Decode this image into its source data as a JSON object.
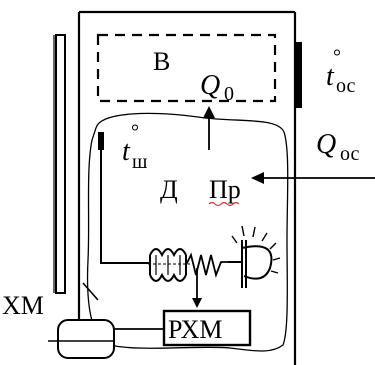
{
  "labels": {
    "evaporator": "В",
    "cold_output": "Q",
    "cold_output_sub": "0",
    "ambient_temp": "t",
    "ambient_temp_degree": "°",
    "ambient_temp_sub": "ос",
    "chamber_temp": "t",
    "chamber_temp_degree": "°",
    "chamber_temp_sub": "ш",
    "heat_inflow": "Q",
    "heat_inflow_sub": "ос",
    "sensor": "Д",
    "converter": "Пр",
    "refrigeration_machine": "ХМ",
    "controller": "РХМ"
  },
  "colors": {
    "line": "#000000",
    "spellcheck_underline": "#e0302a",
    "background": "#ffffff"
  }
}
